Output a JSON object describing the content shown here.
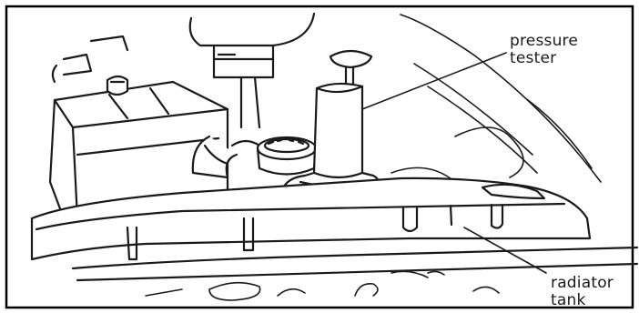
{
  "labels": {
    "pressure_tester": [
      "pressure",
      "tester"
    ],
    "radiator_tank": [
      "radiator",
      "tank"
    ]
  },
  "colors": {
    "ink": "#1a1a1a",
    "background": "#ffffff",
    "border": "#000000"
  }
}
